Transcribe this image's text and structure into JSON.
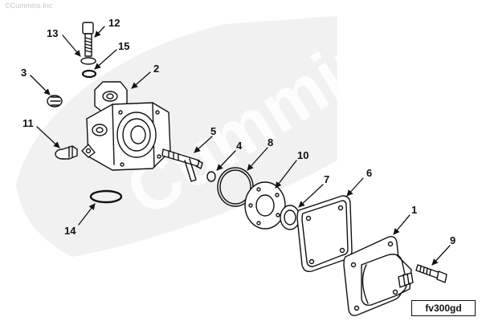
{
  "copyright": "©Cummins Inc",
  "watermark": "Cummins",
  "drawing_code": "fv300gd",
  "callouts": {
    "c1": "1",
    "c2": "2",
    "c3": "3",
    "c4": "4",
    "c5": "5",
    "c6": "6",
    "c7": "7",
    "c8": "8",
    "c9": "9",
    "c10": "10",
    "c11": "11",
    "c12": "12",
    "c13": "13",
    "c14": "14",
    "c15": "15"
  },
  "colors": {
    "line": "#111111",
    "watermark": "#ececec",
    "background": "#ffffff"
  }
}
